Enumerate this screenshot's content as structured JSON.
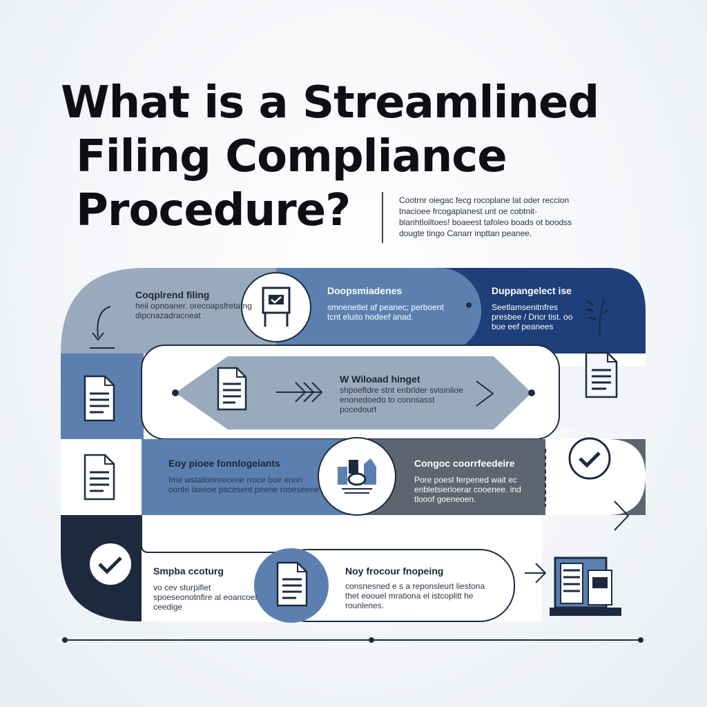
{
  "title": {
    "line1": "What is a Streamlined",
    "line2": "Filing Compliance",
    "line3": "Procedure?"
  },
  "intro_text": "Cootrnr oiegac fecg rocoplane lat oder reccion tnacioee frcogaplanest unt oe cobtnit-blanhtloiltoes! boaeest tafoleo boads ot boodss dougte tingo Canarr inpttan peanee.",
  "steps": [
    {
      "id": "s1",
      "heading": "Coqplrend filing",
      "body": "heil opnoaner, orecoapsfretatng dipcnazadracneat"
    },
    {
      "id": "s2",
      "heading": "Doopsmiadenes",
      "body": "smnenetlet af peanec; perboent tcnt eluito hodeef anad."
    },
    {
      "id": "s3",
      "heading": "Duppangelect ise",
      "body": "Seetlamsenitnfres presbee / Dricr tist. oo bue eef peanees"
    },
    {
      "id": "s4",
      "heading": "W Wiloaad hinget",
      "body": "shpoeftdre stnt enbrlder svisinlioe enonedoedo to connsasst pocedourt"
    },
    {
      "id": "s5",
      "heading": "Eoy pioee fonnlogeiants",
      "body": "Ime wslationnrecene rroce boir enon oonte laenoe pacesent peene rooeseene"
    },
    {
      "id": "s6",
      "heading": "Congoc coorrfeedeire",
      "body": "Pore poesl ferpened wait ec enbletsierioerar cooenee. ind tlooof goeneoen."
    },
    {
      "id": "s7",
      "heading": "Smpba ccoturg",
      "body": "vo cev sturpifiet spoeseonotnfire al eoancoel ceedige"
    },
    {
      "id": "s8",
      "heading": "Noy frocour fnopeing",
      "body": "consnesned e s a reponsleurt liestona thet eoouel mrationa el istcoplitt he rounlenes."
    }
  ],
  "colors": {
    "navy": "#1e3f7a",
    "dark": "#1d2a3e",
    "mid_blue": "#5b80b0",
    "light_blue": "#7b9ac2",
    "gray_blue": "#9aaabd",
    "slate": "#5e6470",
    "ink": "#0d0f14"
  },
  "icons": [
    "clipboard-check-icon",
    "document-icon",
    "document-icon",
    "document-icon",
    "document-icon",
    "arrows-right-icon",
    "chevron-right-icon",
    "building-blocks-icon",
    "check-circle-icon",
    "check-circle-icon",
    "document-icon",
    "laptop-documents-icon",
    "plant-icon",
    "curved-arrow-icon"
  ]
}
